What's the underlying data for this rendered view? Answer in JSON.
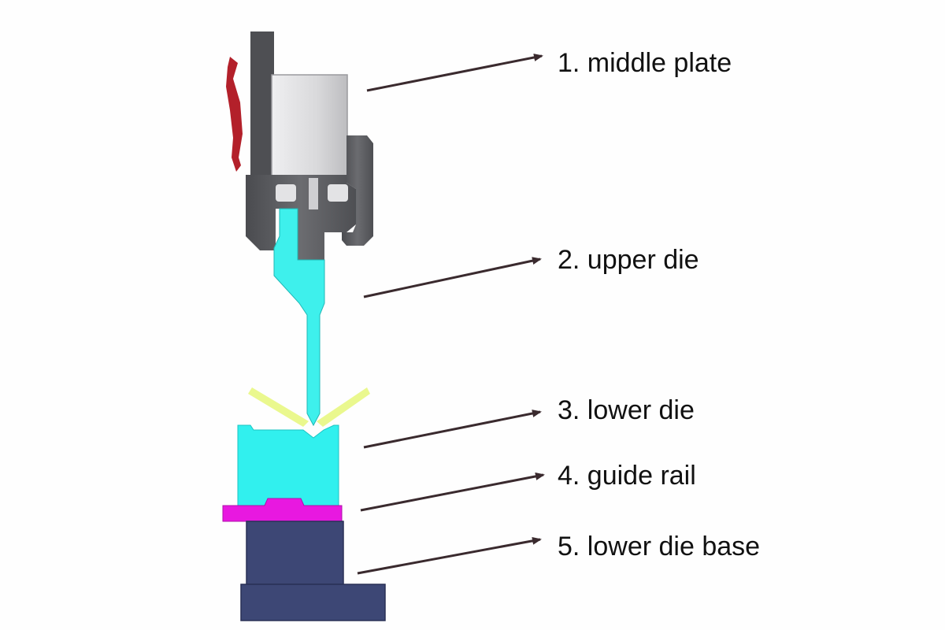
{
  "labels": {
    "middle_plate": "1. middle plate",
    "upper_die": "2. upper die",
    "lower_die": "3. lower die",
    "guide_rail": "4. guide rail",
    "lower_die_base": "5. lower die base"
  },
  "colors": {
    "background": "#fefefe",
    "upper_die": "#3ef0ec",
    "lower_die": "#31f0ee",
    "guide_rail": "#e818e0",
    "lower_die_base": "#3d4775",
    "middle_plate": "#d7d7d9",
    "clamp": "#58595d",
    "lever": "#b3202a",
    "light_rays": "#e6f77a",
    "arrow": "#3a2a2e"
  }
}
